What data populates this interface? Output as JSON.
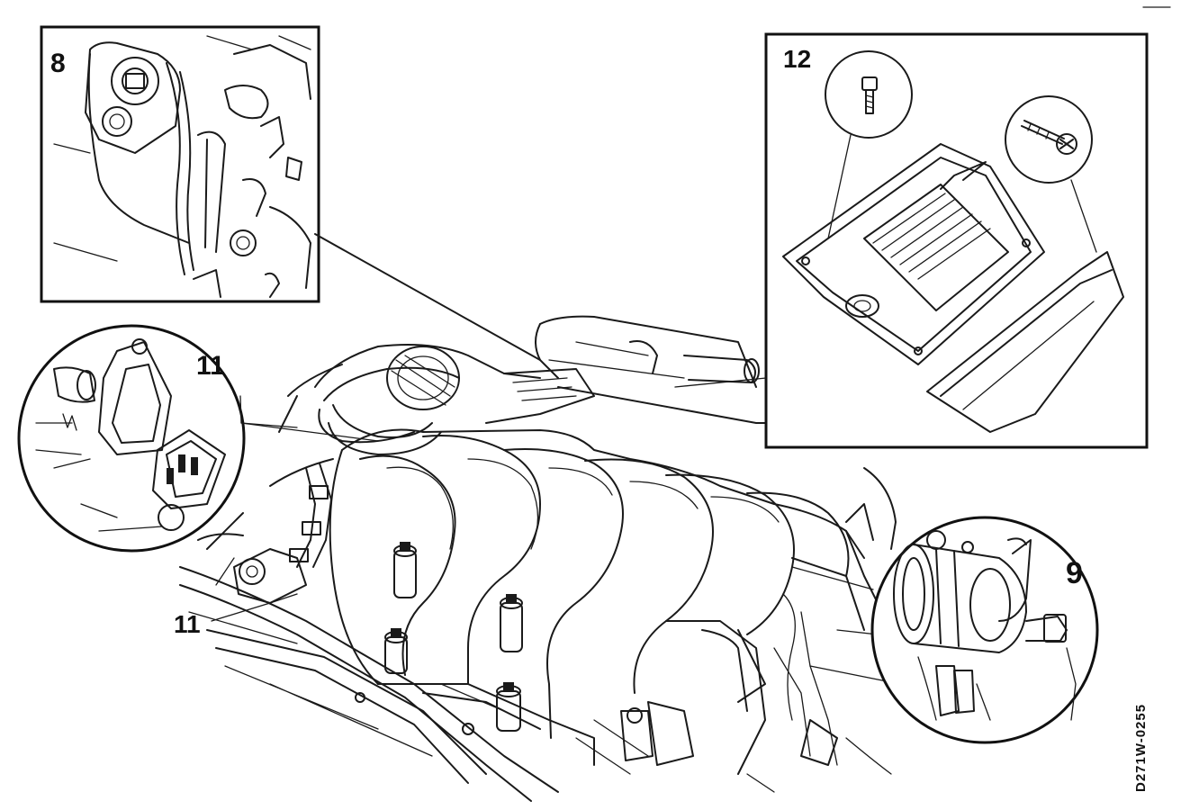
{
  "callouts": {
    "label_8": "8",
    "label_12": "12",
    "label_11_upper": "11",
    "label_11_lower": "11",
    "label_9": "9"
  },
  "reference_code": "D271W-0255"
}
